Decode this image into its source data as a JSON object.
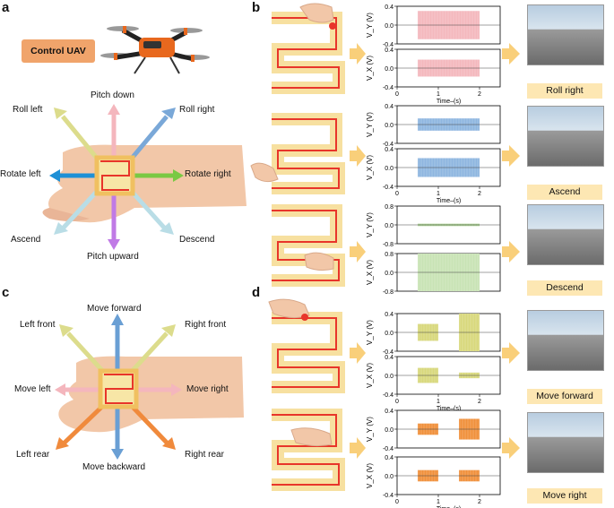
{
  "panels": {
    "a": "a",
    "b": "b",
    "c": "c",
    "d": "d"
  },
  "control_uav": "Control UAV",
  "panel_a": {
    "labels": {
      "pitch_down": "Pitch down",
      "roll_left": "Roll left",
      "roll_right": "Roll right",
      "rotate_left": "Rotate left",
      "rotate_right": "Rotate right",
      "ascend": "Ascend",
      "descend": "Descend",
      "pitch_upward": "Pitch upward"
    },
    "colors": {
      "pitch_down": "#f4b6bd",
      "roll_left": "#dcdc8c",
      "roll_right": "#7aa8d8",
      "rotate_left": "#1e90d6",
      "rotate_right": "#7ac943",
      "ascend": "#b9dde6",
      "descend": "#b9dde6",
      "pitch_upward": "#c07ae6"
    }
  },
  "panel_c": {
    "labels": {
      "move_forward": "Move forward",
      "left_front": "Left front",
      "right_front": "Right front",
      "move_left": "Move left",
      "move_right": "Move right",
      "left_rear": "Left rear",
      "right_rear": "Right rear",
      "move_backward": "Move backward"
    },
    "colors": {
      "move_forward": "#6a9fd4",
      "left_front": "#dcdc8c",
      "right_front": "#dcdc8c",
      "move_left": "#f4b6bd",
      "move_right": "#f4b6bd",
      "left_rear": "#f08a3c",
      "right_rear": "#f08a3c",
      "move_backward": "#6a9fd4"
    }
  },
  "captions": {
    "roll_right": "Roll right",
    "ascend": "Ascend",
    "descend": "Descend",
    "move_forward": "Move forward",
    "move_right": "Move right"
  },
  "axis_text": {
    "time_label": "Time–(s)",
    "vy": "V_Y (V)",
    "vx": "V_X (V)"
  },
  "chart_data": [
    {
      "type": "line",
      "ylabel": "V_Y (V)",
      "xlim": [
        0,
        2.5
      ],
      "ylim": [
        -0.4,
        0.4
      ],
      "yticks": [
        "0.4",
        "0.0",
        "-0.4"
      ],
      "xticks": [],
      "color": "#f4b8bd",
      "segments": [
        {
          "x0": 0.5,
          "x1": 2,
          "amp": 0.3
        }
      ]
    },
    {
      "type": "line",
      "ylabel": "V_X (V)",
      "xlim": [
        0,
        2.5
      ],
      "ylim": [
        -0.4,
        0.4
      ],
      "yticks": [
        "0.4",
        "0.0",
        "-0.4"
      ],
      "xticks": [
        "0",
        "1",
        "2"
      ],
      "xlabel": "Time–(s)",
      "color": "#f4b8bd",
      "segments": [
        {
          "x0": 0.5,
          "x1": 2,
          "amp": 0.18
        }
      ]
    },
    {
      "type": "line",
      "ylabel": "V_Y (V)",
      "xlim": [
        0,
        2.5
      ],
      "ylim": [
        -0.4,
        0.4
      ],
      "yticks": [
        "0.4",
        "0.0",
        "-0.4"
      ],
      "xticks": [],
      "color": "#8fb6e0",
      "segments": [
        {
          "x0": 0.5,
          "x1": 2,
          "amp": 0.13
        }
      ]
    },
    {
      "type": "line",
      "ylabel": "V_X (V)",
      "xlim": [
        0,
        2.5
      ],
      "ylim": [
        -0.4,
        0.4
      ],
      "yticks": [
        "0.4",
        "0.0",
        "-0.4"
      ],
      "xticks": [
        "0",
        "1",
        "2"
      ],
      "xlabel": "Time–(s)",
      "color": "#8fb6e0",
      "segments": [
        {
          "x0": 0.5,
          "x1": 2,
          "amp": 0.2
        }
      ]
    },
    {
      "type": "line",
      "ylabel": "V_Y (V)",
      "xlim": [
        0,
        2.5
      ],
      "ylim": [
        -0.8,
        0.8
      ],
      "yticks": [
        "0.8",
        "0.0",
        "-0.8"
      ],
      "xticks": [],
      "color": "#a9d38f",
      "segments": [
        {
          "x0": 0.5,
          "x1": 2,
          "amp": 0.05
        }
      ]
    },
    {
      "type": "line",
      "ylabel": "V_X (V)",
      "xlim": [
        0,
        2.5
      ],
      "ylim": [
        -0.8,
        0.8
      ],
      "yticks": [
        "0.8",
        "0.0",
        "-0.8"
      ],
      "xticks": [],
      "color": "#c8e3b5",
      "segments": [
        {
          "x0": 0.5,
          "x1": 2,
          "amp": 0.8
        }
      ]
    },
    {
      "type": "line",
      "ylabel": "V_Y (V)",
      "xlim": [
        0,
        2.5
      ],
      "ylim": [
        -0.4,
        0.4
      ],
      "yticks": [
        "0.4",
        "0.0",
        "-0.4"
      ],
      "xticks": [],
      "color": "#d8d87c",
      "segments": [
        {
          "x0": 0.5,
          "x1": 1.0,
          "amp": 0.18
        },
        {
          "x0": 1.5,
          "x1": 2,
          "amp": 0.45
        }
      ]
    },
    {
      "type": "line",
      "ylabel": "V_X (V)",
      "xlim": [
        0,
        2.5
      ],
      "ylim": [
        -0.4,
        0.4
      ],
      "yticks": [
        "0.4",
        "0.0",
        "-0.4"
      ],
      "xticks": [
        "0",
        "1",
        "2"
      ],
      "xlabel": "Time–(s)",
      "color": "#d8d87c",
      "segments": [
        {
          "x0": 0.5,
          "x1": 1.0,
          "amp": 0.16
        },
        {
          "x0": 1.5,
          "x1": 2,
          "amp": 0.06
        }
      ]
    },
    {
      "type": "line",
      "ylabel": "V_Y (V)",
      "xlim": [
        0,
        2.5
      ],
      "ylim": [
        -0.4,
        0.4
      ],
      "yticks": [
        "0.4",
        "0.0",
        "-0.4"
      ],
      "xticks": [],
      "color": "#f0913c",
      "segments": [
        {
          "x0": 0.5,
          "x1": 1.0,
          "amp": 0.12
        },
        {
          "x0": 1.5,
          "x1": 2,
          "amp": 0.22
        }
      ]
    },
    {
      "type": "line",
      "ylabel": "V_X (V)",
      "xlim": [
        0,
        2.5
      ],
      "ylim": [
        -0.4,
        0.4
      ],
      "yticks": [
        "0.4",
        "0.0",
        "-0.4"
      ],
      "xticks": [
        "0",
        "1",
        "2"
      ],
      "xlabel": "Time–(s)",
      "color": "#f0913c",
      "segments": [
        {
          "x0": 0.5,
          "x1": 1.0,
          "amp": 0.12
        },
        {
          "x0": 1.5,
          "x1": 2,
          "amp": 0.12
        }
      ]
    }
  ]
}
